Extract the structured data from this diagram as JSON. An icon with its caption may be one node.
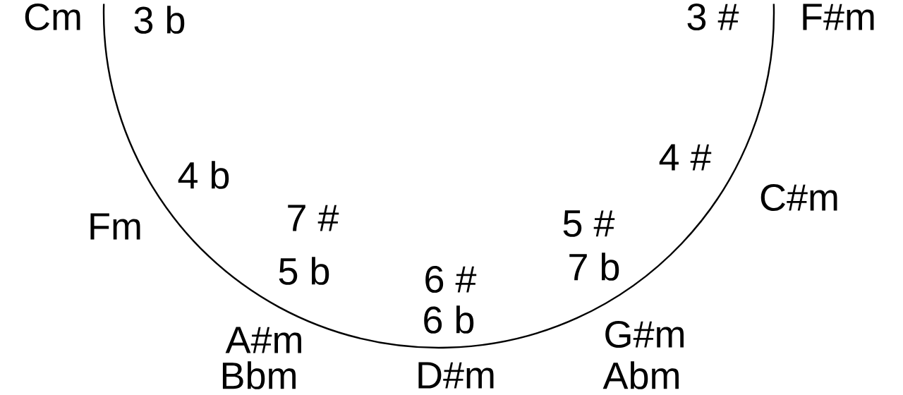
{
  "diagram": {
    "labels": [
      "Cm",
      "3 b",
      "3 #",
      "F#m",
      "4 #",
      "4 b",
      "C#m",
      "7 #",
      "5 #",
      "Fm",
      "7 b",
      "5 b",
      "6 #",
      "6 b",
      "G#m",
      "A#m",
      "D#m",
      "Abm",
      "Bbm"
    ]
  }
}
